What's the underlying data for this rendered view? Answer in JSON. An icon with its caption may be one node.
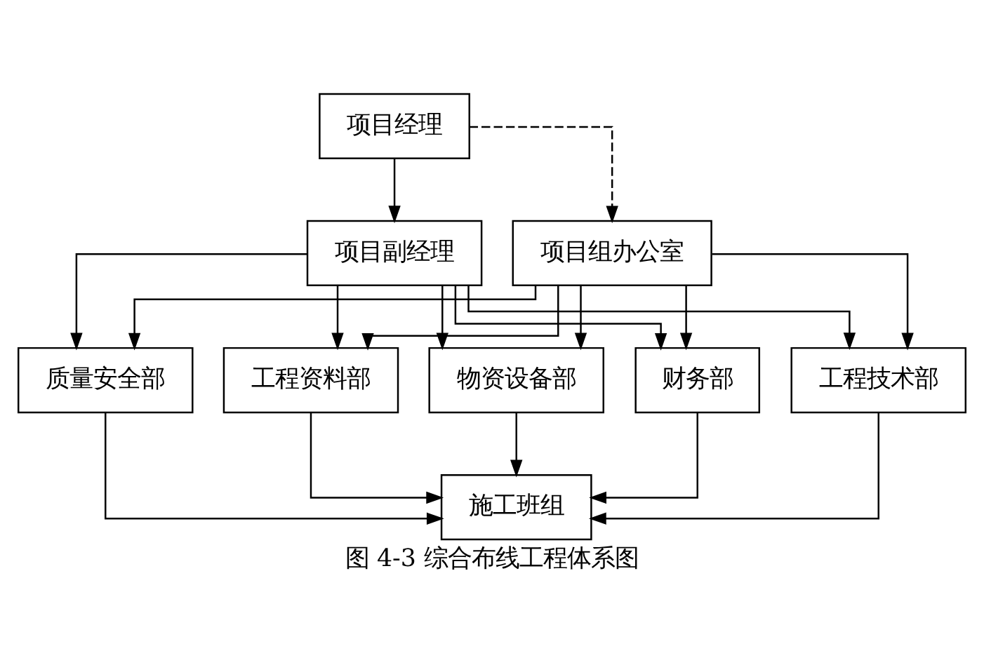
{
  "diagram": {
    "caption": "图 4-3 综合布线工程体系图",
    "nodes": [
      {
        "text": [
          "项目经理"
        ]
      },
      {
        "text": [
          "项目副经理"
        ]
      },
      {
        "text": [
          "项目组办公室"
        ]
      },
      {
        "text": [
          "工程技术部"
        ]
      },
      {
        "text": [
          "质量安全部"
        ]
      },
      {
        "text": [
          "工程资料部"
        ]
      },
      {
        "text": [
          "物资设备部"
        ]
      },
      {
        "text": [
          "财务部"
        ]
      },
      {
        "text": [
          "施工班组"
        ]
      }
    ],
    "edges": [
      {
        "from": 0,
        "to": 1,
        "arrow": "to"
      },
      {
        "from": 0,
        "to": 2,
        "arrow": "to",
        "style": "dashed"
      },
      {
        "from": 1,
        "to": 3,
        "arrow": "to"
      },
      {
        "from": 1,
        "to": 4,
        "arrow": "to"
      },
      {
        "from": 1,
        "to": 5,
        "arrow": "to"
      },
      {
        "from": 1,
        "to": 6,
        "arrow": "to"
      },
      {
        "from": 1,
        "to": 7,
        "arrow": "to"
      },
      {
        "from": 2,
        "to": 3,
        "arrow": "to"
      },
      {
        "from": 2,
        "to": 4,
        "arrow": "to"
      },
      {
        "from": 2,
        "to": 5,
        "arrow": "to"
      },
      {
        "from": 2,
        "to": 6,
        "arrow": "to"
      },
      {
        "from": 2,
        "to": 7,
        "arrow": "to"
      },
      {
        "from": 3,
        "to": 8,
        "arrow": "to"
      },
      {
        "from": 4,
        "to": 8,
        "arrow": "to"
      },
      {
        "from": 5,
        "to": 8,
        "arrow": "to"
      },
      {
        "from": 6,
        "to": 8,
        "arrow": "to"
      },
      {
        "from": 7,
        "to": 8,
        "arrow": "to"
      }
    ]
  }
}
